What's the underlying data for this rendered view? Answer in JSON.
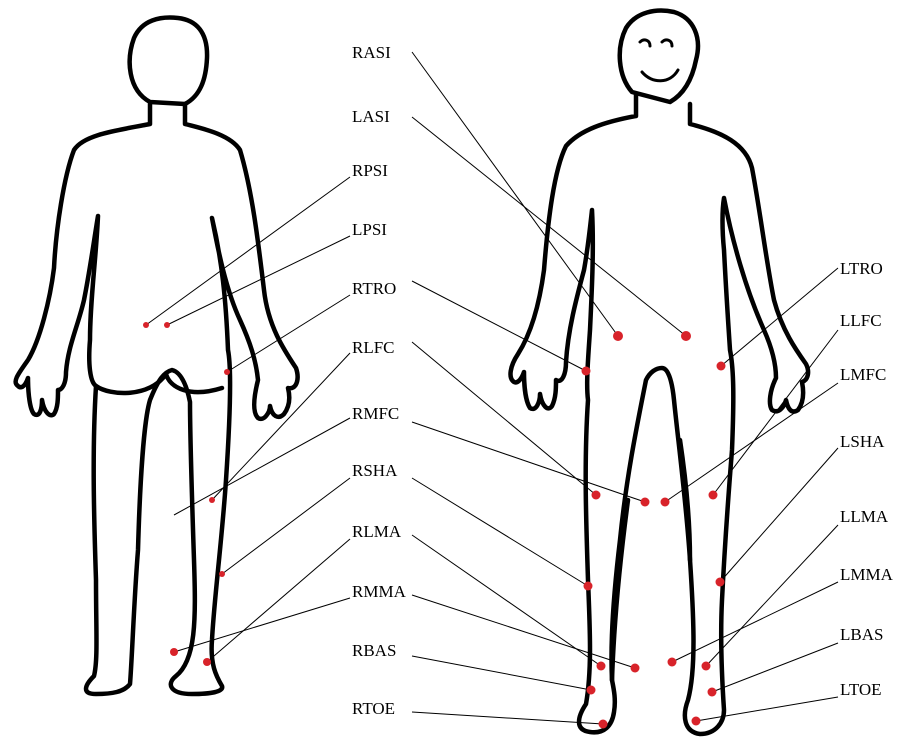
{
  "labels": {
    "RASI": "RASI",
    "LASI": "LASI",
    "RPSI": "RPSI",
    "LPSI": "LPSI",
    "RTRO": "RTRO",
    "RLFC": "RLFC",
    "RMFC": "RMFC",
    "RSHA": "RSHA",
    "RLMA": "RLMA",
    "RMMA": "RMMA",
    "RBAS": "RBAS",
    "RTOE": "RTOE",
    "LTRO": "LTRO",
    "LLFC": "LLFC",
    "LMFC": "LMFC",
    "LSHA": "LSHA",
    "LLMA": "LLMA",
    "LMMA": "LMMA",
    "LBAS": "LBAS",
    "LTOE": "LTOE"
  },
  "colors": {
    "marker": "#d8232a",
    "outline": "#000000",
    "background": "#ffffff"
  }
}
